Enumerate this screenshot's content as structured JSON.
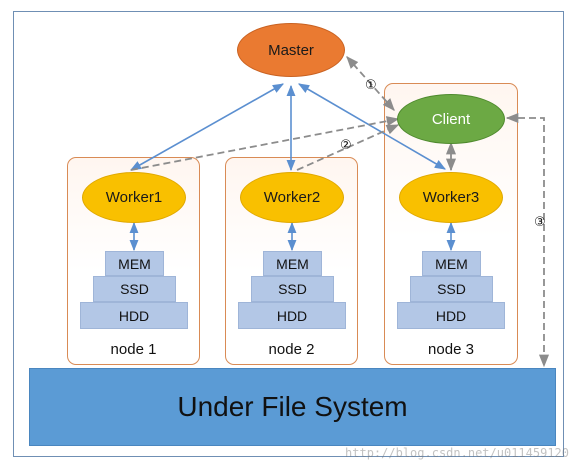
{
  "master": {
    "label": "Master"
  },
  "client": {
    "label": "Client"
  },
  "nodes": [
    {
      "worker": "Worker1",
      "tiers": [
        "MEM",
        "SSD",
        "HDD"
      ],
      "label": "node 1"
    },
    {
      "worker": "Worker2",
      "tiers": [
        "MEM",
        "SSD",
        "HDD"
      ],
      "label": "node 2"
    },
    {
      "worker": "Worker3",
      "tiers": [
        "MEM",
        "SSD",
        "HDD"
      ],
      "label": "node 3"
    }
  ],
  "under_fs": {
    "label": "Under File System"
  },
  "steps": [
    "①",
    "②",
    "③"
  ],
  "watermark": "http://blog.csdn.net/u011459120",
  "colors": {
    "master": "#ea7a31",
    "client": "#6ca944",
    "worker": "#f9c000",
    "storage": "#b3c7e6",
    "under_fs": "#5b9bd5",
    "solid_arrow": "#5b8fd0",
    "dashed_arrow": "#8c8c8c"
  }
}
